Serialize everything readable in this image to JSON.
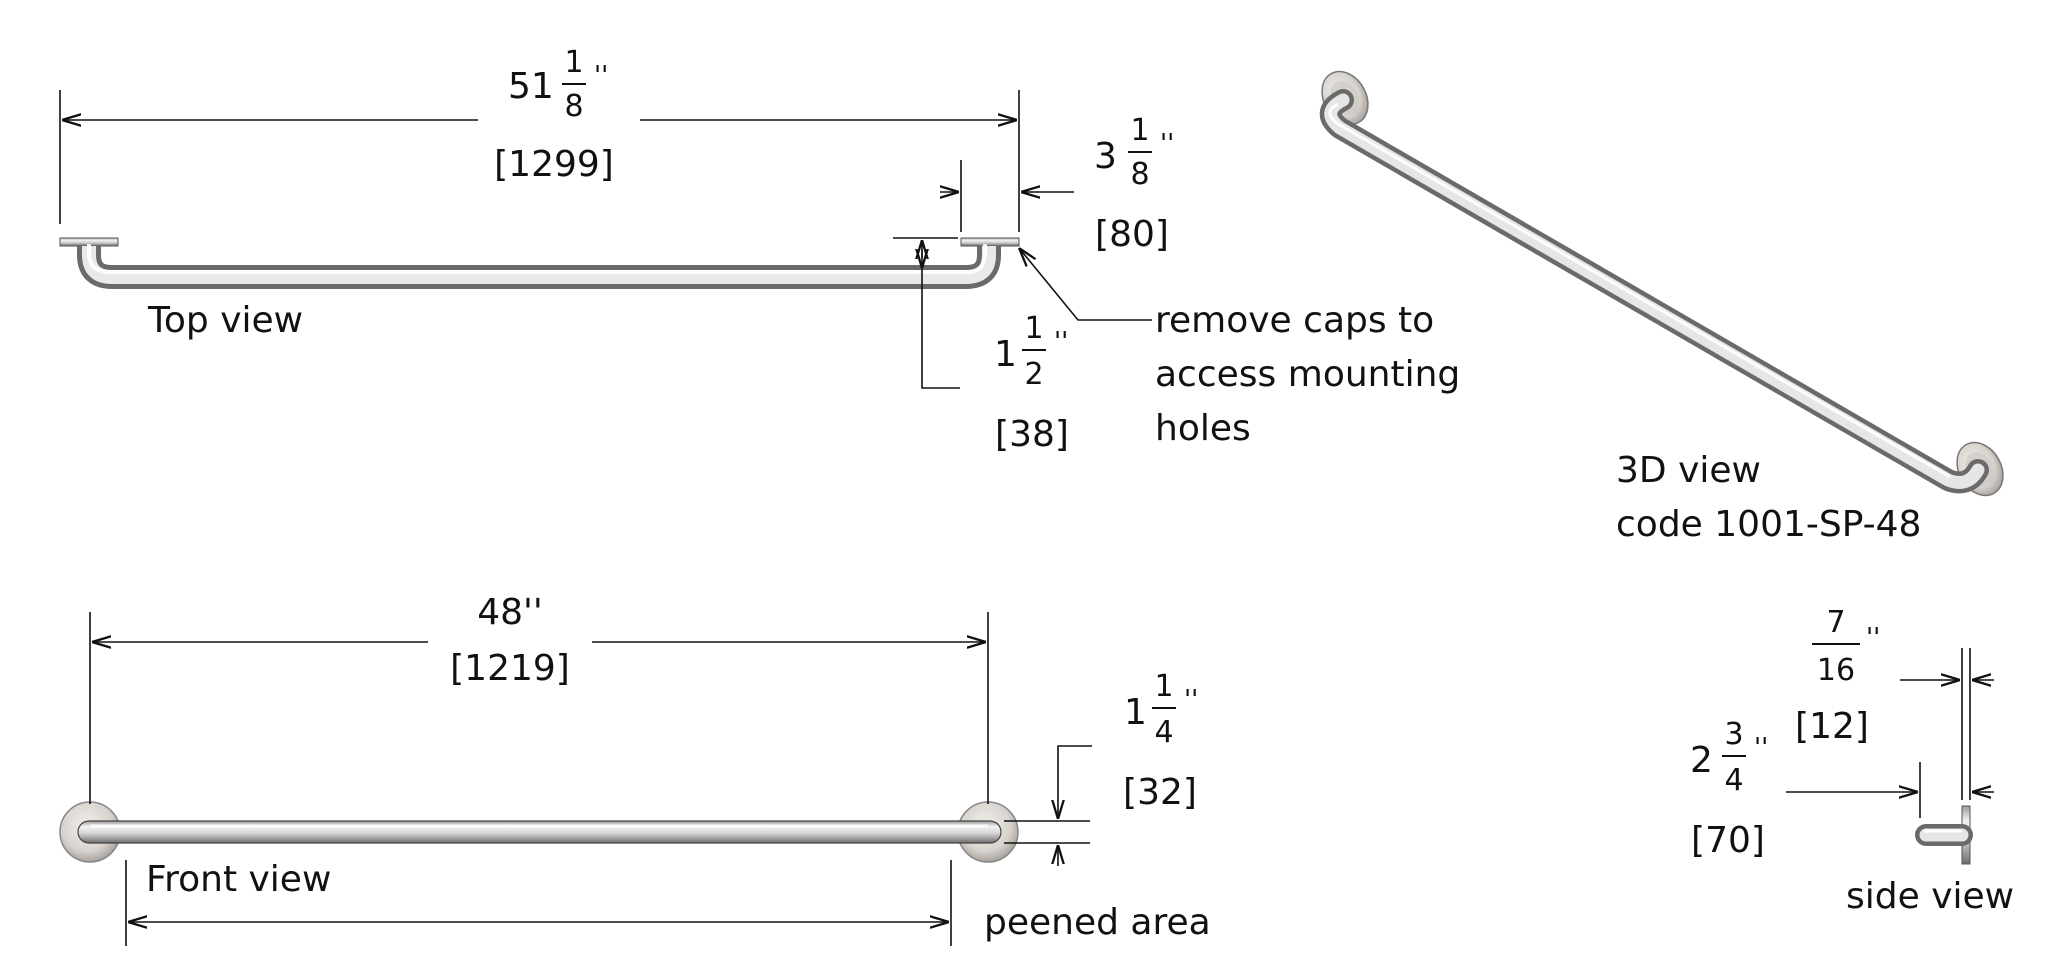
{
  "views": {
    "top": {
      "label": "Top view"
    },
    "front": {
      "label": "Front view"
    },
    "side": {
      "label": "side view"
    },
    "iso": {
      "label_line1": "3D view",
      "label_line2": "code 1001-SP-48"
    }
  },
  "notes": {
    "remove_caps": [
      "remove caps to",
      "access mounting",
      "holes"
    ],
    "peened": "peened area"
  },
  "dimensions": {
    "overall": {
      "whole": "51",
      "num": "1",
      "den": "8",
      "unit": "''",
      "metric": "[1299]"
    },
    "flange_offset": {
      "whole": "3",
      "num": "1",
      "den": "8",
      "unit": "''",
      "metric": "[80]"
    },
    "wall_clearance": {
      "whole": "1",
      "num": "1",
      "den": "2",
      "unit": "''",
      "metric": "[38]"
    },
    "center_length": {
      "value": "48''",
      "metric": "[1219]"
    },
    "tube_dia": {
      "whole": "1",
      "num": "1",
      "den": "4",
      "unit": "''",
      "metric": "[32]"
    },
    "flange_thk": {
      "whole": "",
      "num": "7",
      "den": "16",
      "unit": "''",
      "metric": "[12]"
    },
    "projection": {
      "whole": "2",
      "num": "3",
      "den": "4",
      "unit": "''",
      "metric": "[70]"
    }
  }
}
